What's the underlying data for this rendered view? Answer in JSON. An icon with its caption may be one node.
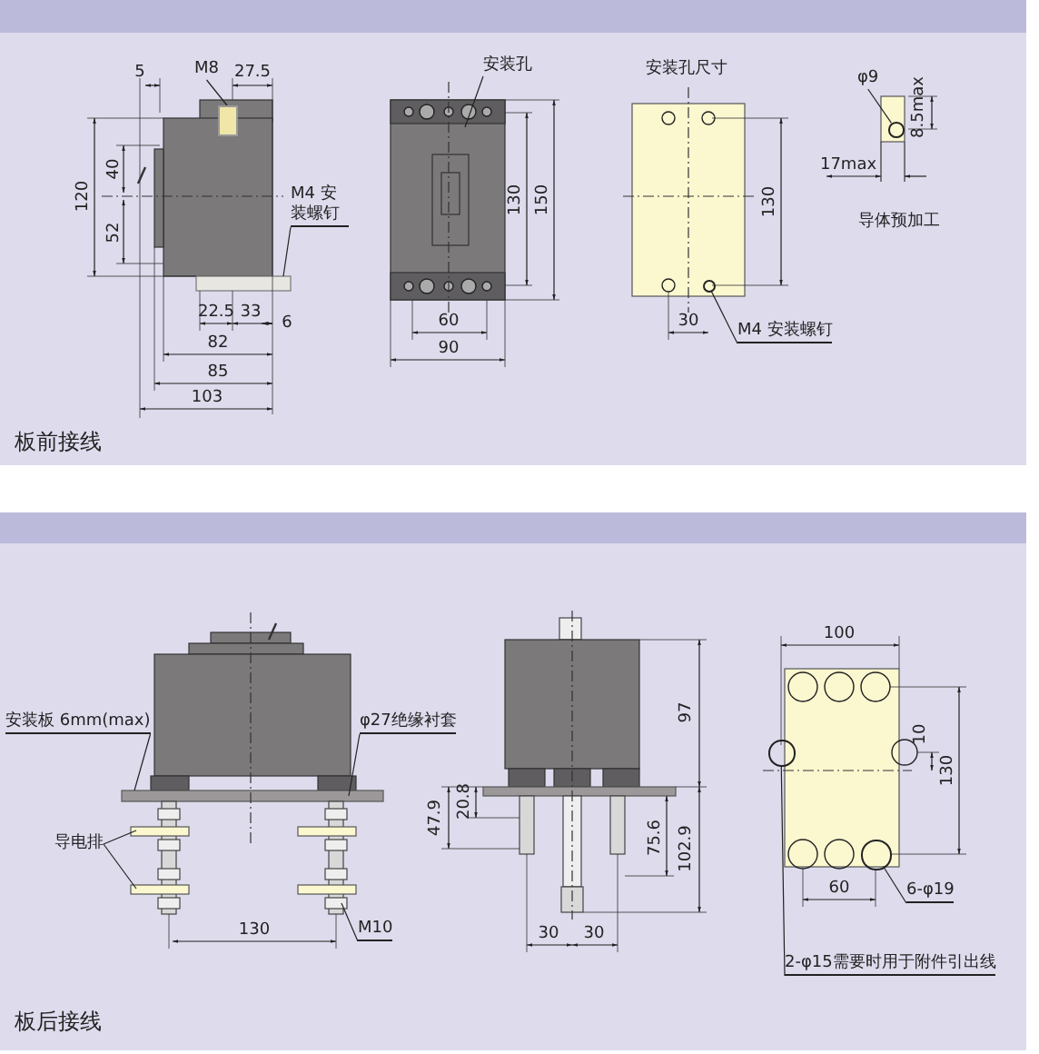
{
  "diagram": {
    "nodes": [
      {
        "text": [
          "M8"
        ]
      },
      {
        "text": [
          "安装孔"
        ]
      },
      {
        "text": [
          "φ9"
        ]
      },
      {
        "text": [
          "M4 安装螺钉"
        ]
      },
      {
        "text": [
          "M4 安装螺钉"
        ]
      },
      {
        "text": [
          "安装板 6mm(max)"
        ]
      },
      {
        "text": [
          "φ27绝缘衬套"
        ]
      },
      {
        "text": [
          "导电排"
        ]
      },
      {
        "text": [
          "M10"
        ]
      },
      {
        "text": [
          "6-φ19"
        ]
      },
      {
        "text": [
          "2-φ15需要时用于附件引出线"
        ]
      },
      {
        "text": [],
        "shape": "circle"
      },
      {
        "text": [],
        "shape": "circle"
      },
      {
        "text": [],
        "shape": "circle"
      },
      {
        "text": [],
        "shape": "circle"
      },
      {
        "text": [],
        "shape": "box"
      }
    ],
    "edges": [
      {
        "from": 0,
        "to": 15,
        "arrow": "none"
      },
      {
        "from": 1,
        "to": null,
        "arrow": "none"
      },
      {
        "from": 2,
        "to": 11,
        "arrow": "none"
      },
      {
        "from": 3,
        "to": null,
        "arrow": "none"
      },
      {
        "from": 4,
        "to": 12,
        "arrow": "none"
      },
      {
        "from": 5,
        "to": null,
        "arrow": "none"
      },
      {
        "from": 6,
        "to": null,
        "arrow": "none"
      },
      {
        "from": 7,
        "to": null,
        "arrow": "none"
      },
      {
        "from": 7,
        "to": null,
        "arrow": "none"
      },
      {
        "from": 8,
        "to": null,
        "arrow": "none"
      },
      {
        "from": 9,
        "to": 13,
        "arrow": "none"
      },
      {
        "from": 10,
        "to": 14,
        "arrow": "none"
      }
    ],
    "labels": [
      "5",
      "27.5",
      "安装孔尺寸",
      "8.5max",
      "120",
      "40",
      "130",
      "150",
      "130",
      "17max",
      "导体预加工",
      "52",
      "22.5",
      "33",
      "6",
      "60",
      "90",
      "30",
      "82",
      "85",
      "103",
      "板前接线",
      "100",
      "97",
      "10",
      "130",
      "47.9",
      "20.8",
      "75.6",
      "102.9",
      "60",
      "130",
      "30",
      "30",
      "板后接线"
    ]
  }
}
